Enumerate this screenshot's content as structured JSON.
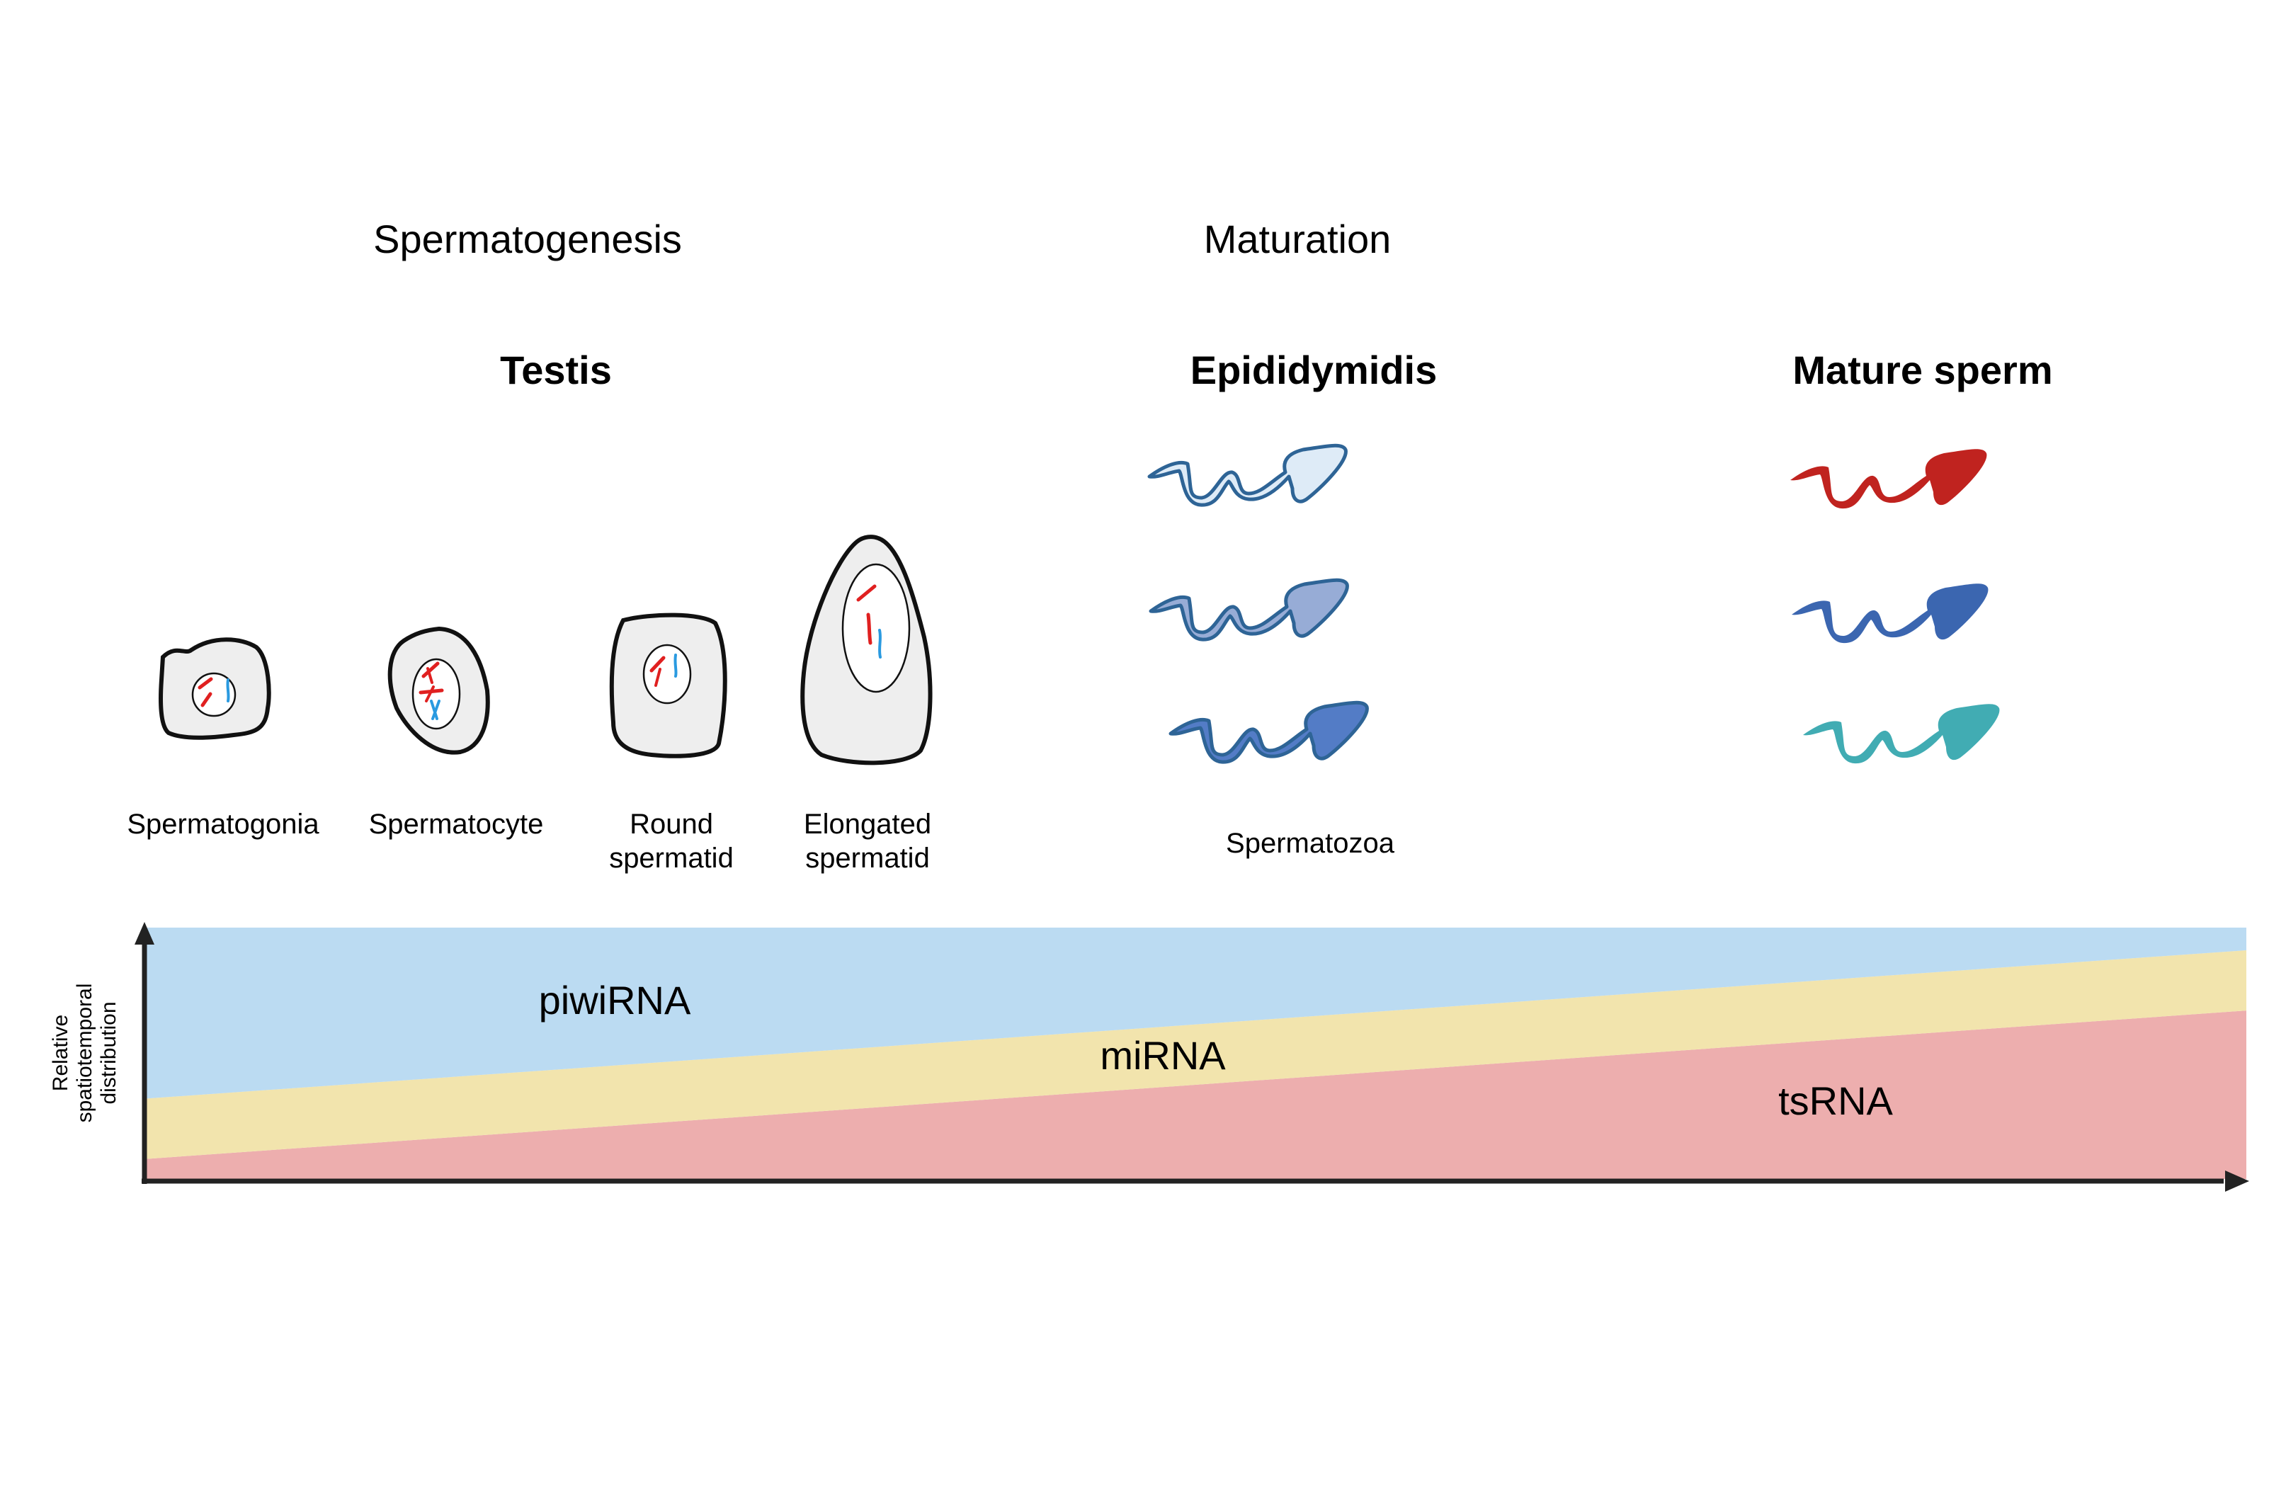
{
  "sections": {
    "spermatogenesis": "Spermatogenesis",
    "maturation": "Maturation"
  },
  "groups": {
    "testis": "Testis",
    "epididymidis": "Epididymidis",
    "mature_sperm": "Mature sperm"
  },
  "cells": [
    {
      "label_line1": "Spermatogonia",
      "label_line2": ""
    },
    {
      "label_line1": "Spermatocyte",
      "label_line2": ""
    },
    {
      "label_line1": "Round",
      "label_line2": "spermatid"
    },
    {
      "label_line1": "Elongated",
      "label_line2": "spermatid"
    }
  ],
  "spermatozoa_label": "Spermatozoa",
  "colors": {
    "cell_fill": "#eeeeee",
    "cell_stroke": "#111111",
    "chromosome_red": "#e02020",
    "chromosome_blue": "#2a9ae0",
    "epi_stroke": "#2e6496",
    "epi_fills": [
      "#deebf7",
      "#97acd6",
      "#537cc6"
    ],
    "mature_fills": [
      "#c0231f",
      "#3b66b0",
      "#41acb3"
    ],
    "piwiRNA": "#bbdbf2",
    "miRNA": "#f2e4ad",
    "tsRNA": "#edaeae",
    "axis": "#222222"
  },
  "chart_data": {
    "type": "area",
    "title": "",
    "xlabel": "",
    "ylabel": "Relative spatiotemporal distribution",
    "ylabel_lines": [
      "Relative",
      "spatiotemporal",
      "distribution"
    ],
    "x": [
      0,
      1
    ],
    "ylim": [
      0,
      1
    ],
    "stacked": true,
    "series": [
      {
        "name": "tsRNA",
        "label": "tsRNA",
        "upper": [
          0.08,
          0.67
        ]
      },
      {
        "name": "miRNA",
        "label": "miRNA",
        "upper": [
          0.32,
          0.91
        ]
      },
      {
        "name": "piwiRNA",
        "label": "piwiRNA",
        "upper": [
          1.0,
          1.0
        ]
      }
    ],
    "grid": false,
    "legend": "none"
  }
}
